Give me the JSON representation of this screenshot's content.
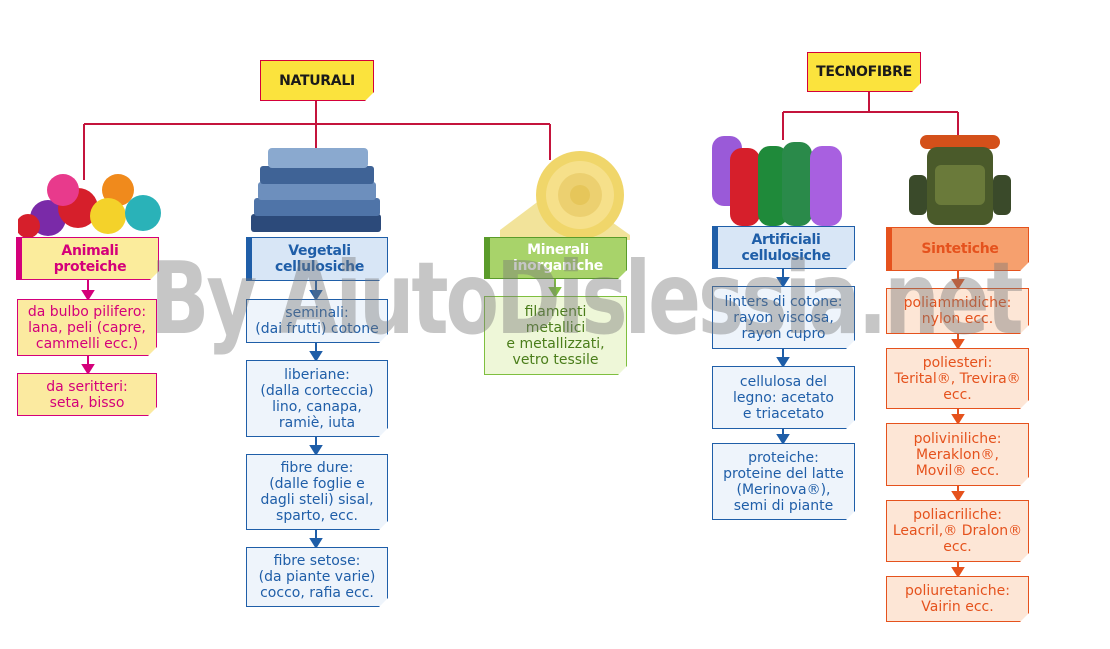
{
  "roots": {
    "naturali": "NATURALI",
    "tecnofibre": "TECNOFIBRE"
  },
  "categories": {
    "animali": [
      "Animali",
      "proteiche"
    ],
    "vegetali": [
      "Vegetali",
      "cellulosiche"
    ],
    "minerali": [
      "Minerali",
      "inorganiche"
    ],
    "artificiali": [
      "Artificiali",
      "cellulosiche"
    ],
    "sintetiche": [
      "Sintetiche"
    ]
  },
  "animali_items": [
    [
      "da bulbo pilifero:",
      "lana, peli (capre,",
      "cammelli ecc.)"
    ],
    [
      "da seritteri:",
      "seta, bisso"
    ]
  ],
  "vegetali_items": [
    [
      "seminali:",
      "(dai frutti) cotone"
    ],
    [
      "liberiane:",
      "(dalla corteccia)",
      "lino, canapa,",
      "ramiè, iuta"
    ],
    [
      "fibre dure:",
      "(dalle foglie e",
      "dagli steli) sisal,",
      "sparto, ecc."
    ],
    [
      "fibre setose:",
      "(da piante varie)",
      "cocco, rafia ecc."
    ]
  ],
  "minerali_items": [
    [
      "filamenti",
      "metallici",
      "e metallizzati,",
      "vetro tessile"
    ]
  ],
  "artificiali_items": [
    [
      "linters di cotone:",
      "rayon viscosa,",
      "rayon cupro"
    ],
    [
      "cellulosa del",
      "legno: acetato",
      "e triacetato"
    ],
    [
      "proteiche:",
      "proteine del latte",
      "(Merinova®),",
      "semi di piante"
    ]
  ],
  "sintetiche_items": [
    [
      "poliammidiche:",
      "nylon ecc."
    ],
    [
      "poliesteri:",
      "Terital®, Trevira®",
      "ecc."
    ],
    [
      "poliviniliche:",
      "Meraklon®,",
      "Movil® ecc."
    ],
    [
      "poliacriliche:",
      "Leacril,® Dralon®",
      "ecc."
    ],
    [
      "poliuretaniche:",
      "Vairin ecc."
    ]
  ],
  "watermark": "By AiutoDislessia.net",
  "colors": {
    "connector": "#c4143c",
    "pink": "#d4007a",
    "blue": "#1f5ea8",
    "green": "#7fbf3f",
    "orange": "#e5521d"
  },
  "icons": [
    "yarn-balls-photo",
    "jeans-stack-photo",
    "mineral-wool-roll-photo",
    "thread-spools-photo",
    "backpack-photo"
  ]
}
